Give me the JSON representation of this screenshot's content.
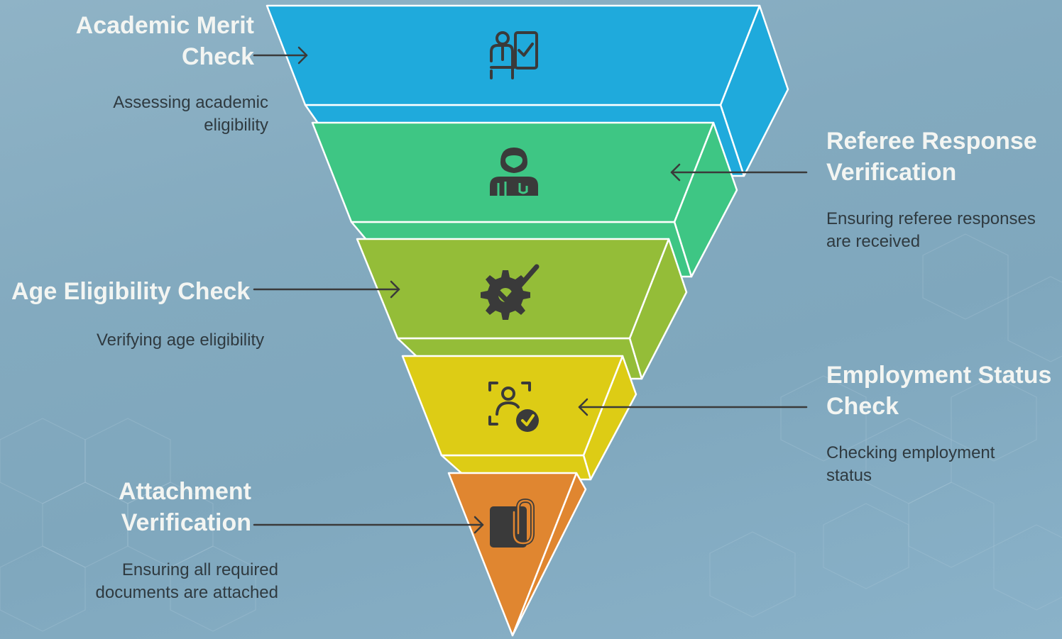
{
  "stages": [
    {
      "id": "academic-merit",
      "title": "Academic Merit Check",
      "description": "Assessing academic eligibility",
      "icon": "teacher-checklist-icon",
      "color": "#1faadc"
    },
    {
      "id": "referee-response",
      "title": "Referee Response Verification",
      "description": "Ensuring referee responses are received",
      "icon": "doctor-person-icon",
      "color": "#3ec684"
    },
    {
      "id": "age-eligibility",
      "title": "Age Eligibility Check",
      "description": "Verifying age eligibility",
      "icon": "gear-check-icon",
      "color": "#94bd38"
    },
    {
      "id": "employment-status",
      "title": "Employment Status Check",
      "description": "Checking employment status",
      "icon": "user-scan-check-icon",
      "color": "#ddcc15"
    },
    {
      "id": "attachment-verification",
      "title": "Attachment Verification",
      "description": "Ensuring all required documents are attached",
      "icon": "document-paperclip-icon",
      "color": "#e08630"
    }
  ]
}
